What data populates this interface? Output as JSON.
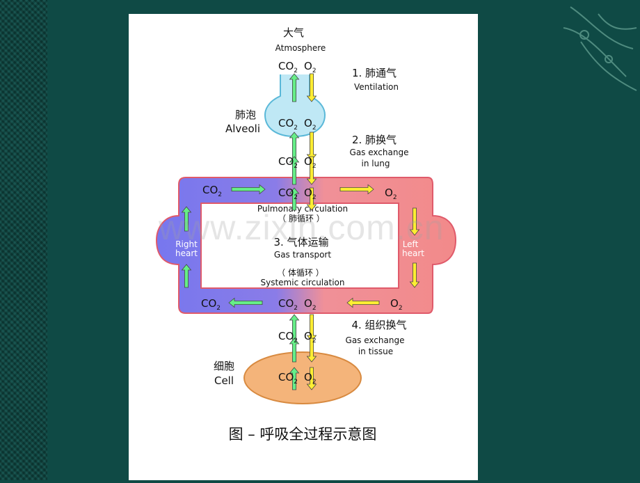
{
  "atmosphere": {
    "cn": "大气",
    "en": "Atmosphere"
  },
  "alveoli": {
    "cn": "肺泡",
    "en": "Alveoli"
  },
  "cell": {
    "cn": "细胞",
    "en": "Cell"
  },
  "steps": {
    "s1": {
      "cn": "1. 肺通气",
      "en": "Ventilation"
    },
    "s2": {
      "cn": "2. 肺换气",
      "en1": "Gas exchange",
      "en2": "in lung"
    },
    "s3": {
      "cn": "3. 气体运输",
      "en": "Gas transport"
    },
    "s4": {
      "cn": "4. 组织换气",
      "en1": "Gas exchange",
      "en2": "in tissue"
    }
  },
  "pulmonary": {
    "en": "Pulmonary circulation",
    "cn": "（ 肺循环 ）"
  },
  "systemic": {
    "cn": "（ 体循环 ）",
    "en": "Systemic circulation"
  },
  "right_heart": {
    "l1": "Right",
    "l2": "heart"
  },
  "left_heart": {
    "l1": "Left",
    "l2": "heart"
  },
  "gas": {
    "co2": "CO",
    "o2": "O",
    "sub": "2"
  },
  "caption": "图 – 呼吸全过程示意图",
  "watermark": "www.zixin.com.cn",
  "colors": {
    "blue": "#7777ee",
    "red": "#f28a8a",
    "green": "#66ee88",
    "yellow": "#ffee33",
    "alveoli": "#bfe8f5",
    "cell": "#f4b47a"
  }
}
